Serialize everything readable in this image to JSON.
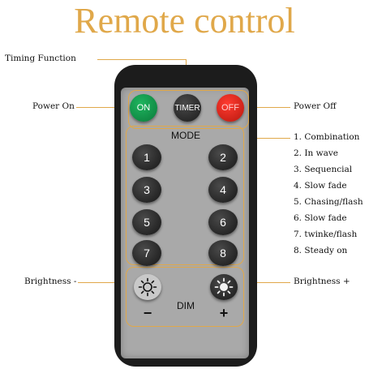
{
  "title": "Remote control",
  "colors": {
    "accent": "#e0a84a",
    "on": "#12a050",
    "off": "#e8251c"
  },
  "buttons": {
    "on": "ON",
    "timer": "TIMER",
    "off": "OFF",
    "mode_label": "MODE",
    "dim_label": "DIM",
    "minus": "−",
    "plus": "+",
    "numbers": [
      "1",
      "2",
      "3",
      "4",
      "5",
      "6",
      "7",
      "8"
    ],
    "brightness_icons": [
      "sun-outline-icon",
      "sun-filled-icon"
    ]
  },
  "annotations": {
    "timing": "Timing Function",
    "power_on": "Power On",
    "power_off": "Power Off",
    "brightness_minus": "Brightness -",
    "brightness_plus": "Brightness +"
  },
  "modes": [
    "1. Combination",
    "2. In wave",
    "3. Sequencial",
    "4. Slow fade",
    "5. Chasing/flash",
    "6. Slow fade",
    "7. twinke/flash",
    "8. Steady on"
  ]
}
